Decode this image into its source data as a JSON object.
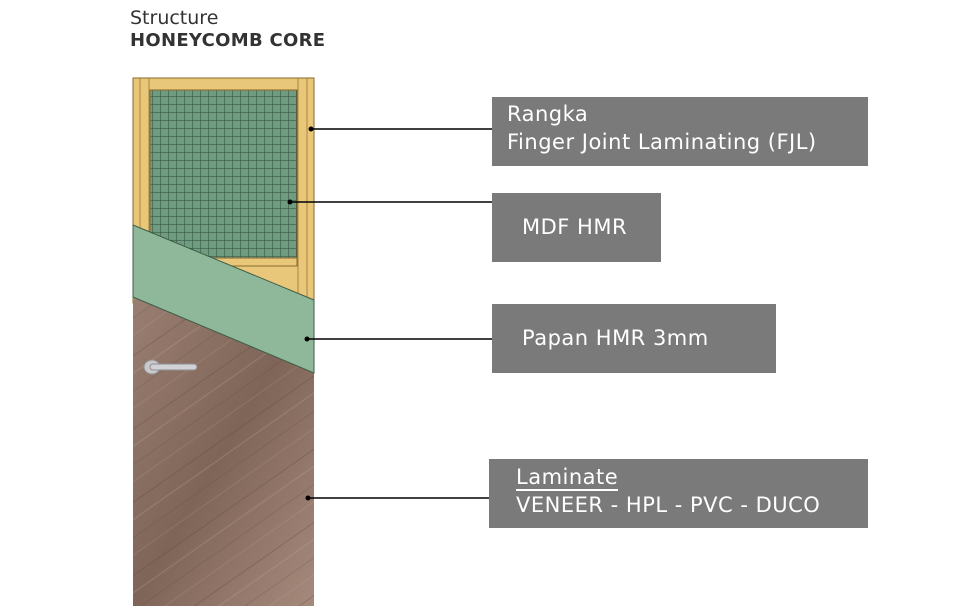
{
  "heading": {
    "subtitle": "Structure",
    "title": "HONEYCOMB CORE"
  },
  "labels": {
    "frame": {
      "line1": "Rangka",
      "line2": "Finger Joint Laminating (FJL)"
    },
    "core": {
      "text": "MDF HMR"
    },
    "board": {
      "text": "Papan HMR 3mm"
    },
    "finish": {
      "line1": "Laminate",
      "line2": "VENEER - HPL - PVC - DUCO"
    }
  },
  "colors": {
    "frame_wood": "#e8c77a",
    "honeycomb_green": "#7ea68a",
    "board_green": "#8fb89a",
    "laminate_brown": "#8f7366",
    "label_box": "#7a7a7a",
    "leader_line": "#000000"
  }
}
